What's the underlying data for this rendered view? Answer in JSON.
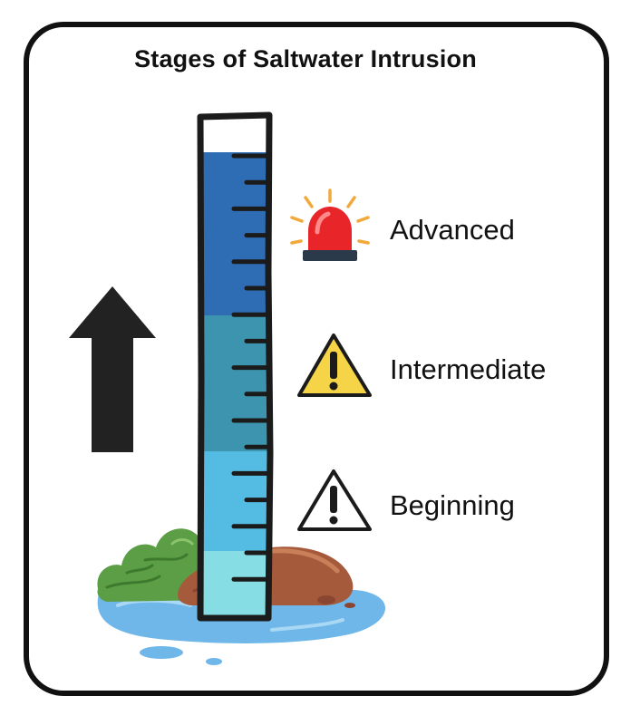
{
  "title": "Stages of Saltwater Intrusion",
  "stages": [
    {
      "label": "Advanced",
      "icon": "siren-alarm-icon",
      "color": "#2E6DB4"
    },
    {
      "label": "Intermediate",
      "icon": "warning-triangle-yellow-icon",
      "color": "#3D94AE"
    },
    {
      "label": "Beginning",
      "icon": "warning-triangle-outline-icon",
      "color": "#54BCE3"
    }
  ],
  "base_color": "#86DDE3",
  "colors": {
    "outline": "#1B1B1B",
    "arrow": "#222222",
    "siren": "#E8262A",
    "warning_yellow": "#F5D547",
    "grass": "#5C9E46",
    "soil": "#A65A3C",
    "water": "#6FB7E8"
  }
}
